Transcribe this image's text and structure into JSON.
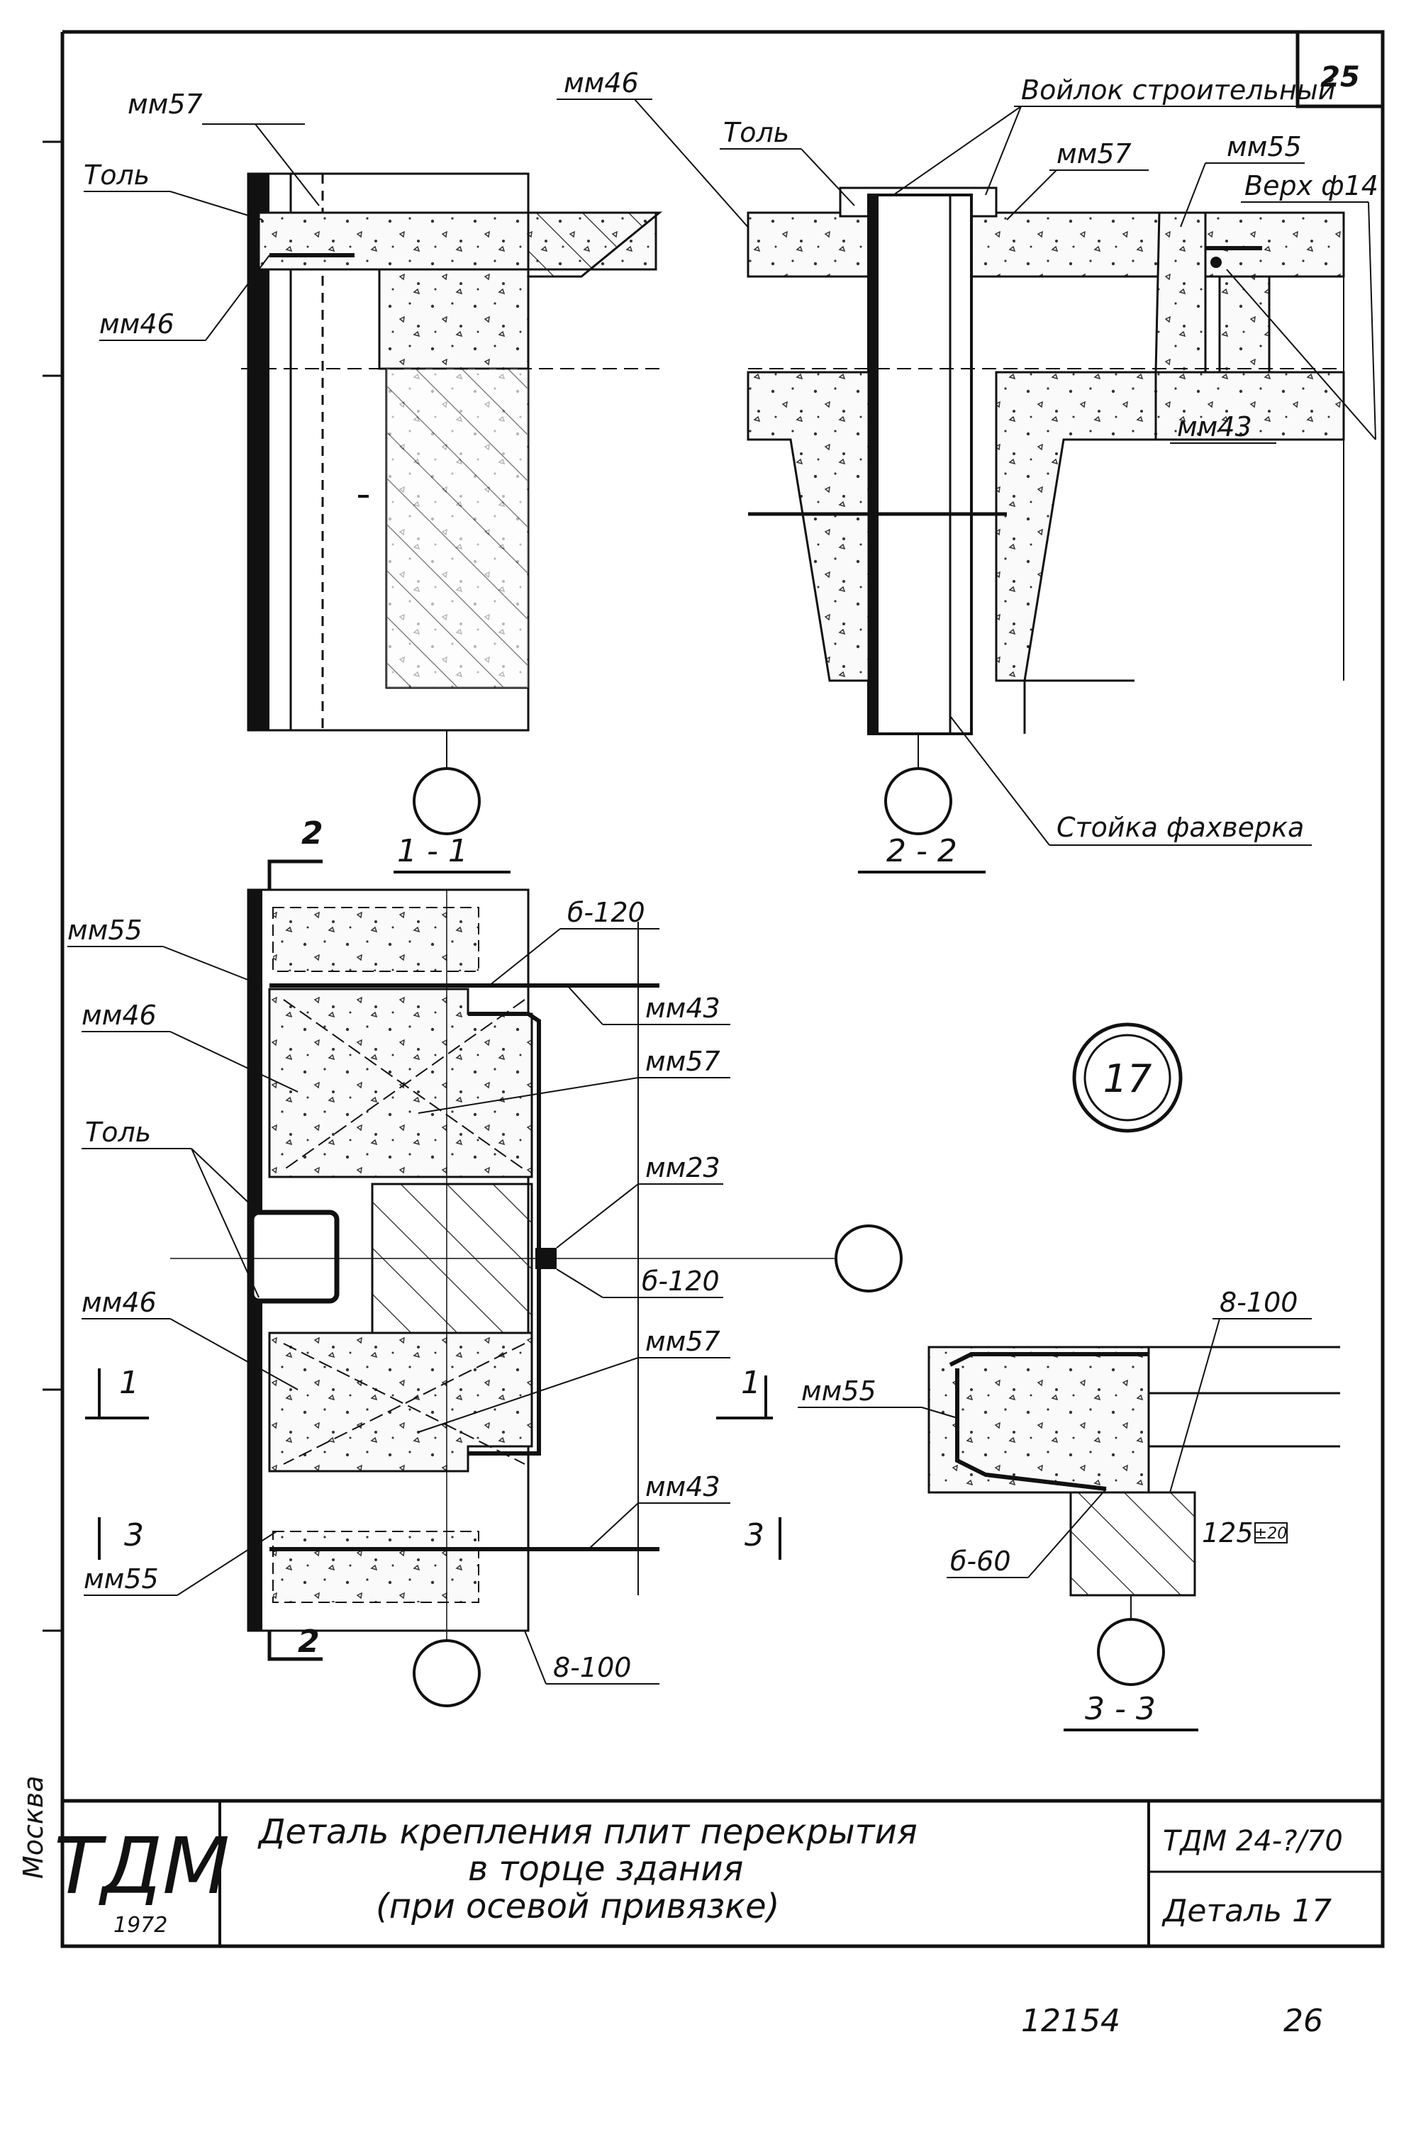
{
  "sheet": {
    "page_number": "25",
    "side_text": "Москва",
    "bottom_left_note": "12154",
    "bottom_right_note": "26"
  },
  "views": {
    "section_1_1": {
      "caption": "1 - 1",
      "labels": {
        "mm57": "мм57",
        "tol": "Толь",
        "mm46": "мм46",
        "mm46_top": "мм46"
      }
    },
    "section_2_2": {
      "caption": "2 - 2",
      "labels": {
        "voilok": "Войлок строительный",
        "tol": "Толь",
        "mm57": "мм57",
        "mm55": "мм55",
        "verh": "Верх ф14",
        "mm43": "мм43",
        "stoika": "Стойка фахверка"
      }
    },
    "plan": {
      "cut_mark_2_top": "2",
      "cut_mark_2_bottom": "2",
      "cut_mark_1_left": "1",
      "cut_mark_1_right": "1",
      "cut_mark_3_left": "3",
      "cut_mark_3_right": "3",
      "labels": {
        "mm55_top": "мм55",
        "b120_top": "б-120",
        "mm43_top": "мм43",
        "mm46_top": "мм46",
        "mm57_top": "мм57",
        "tol": "Толь",
        "mm23": "мм23",
        "b120_mid": "б-120",
        "mm46_bottom": "мм46",
        "mm57_bottom": "мм57",
        "mm43_bottom": "мм43",
        "mm55_bottom": "мм55",
        "p8_100": "8-100"
      }
    },
    "detail_marker": "17",
    "section_3_3": {
      "caption": "3 - 3",
      "labels": {
        "p8_100": "8-100",
        "mm55": "мм55",
        "b60": "б-60",
        "dim125": "125",
        "tol20": "±20"
      }
    }
  },
  "title_block": {
    "logo": "ТДМ",
    "year": "1972",
    "title_line1": "Деталь крепления плит перекрытия",
    "title_line2": "в торце здания",
    "title_line3": "(при осевой привязке)",
    "code": "ТДМ 24-?/70",
    "sheet_name": "Деталь 17"
  }
}
